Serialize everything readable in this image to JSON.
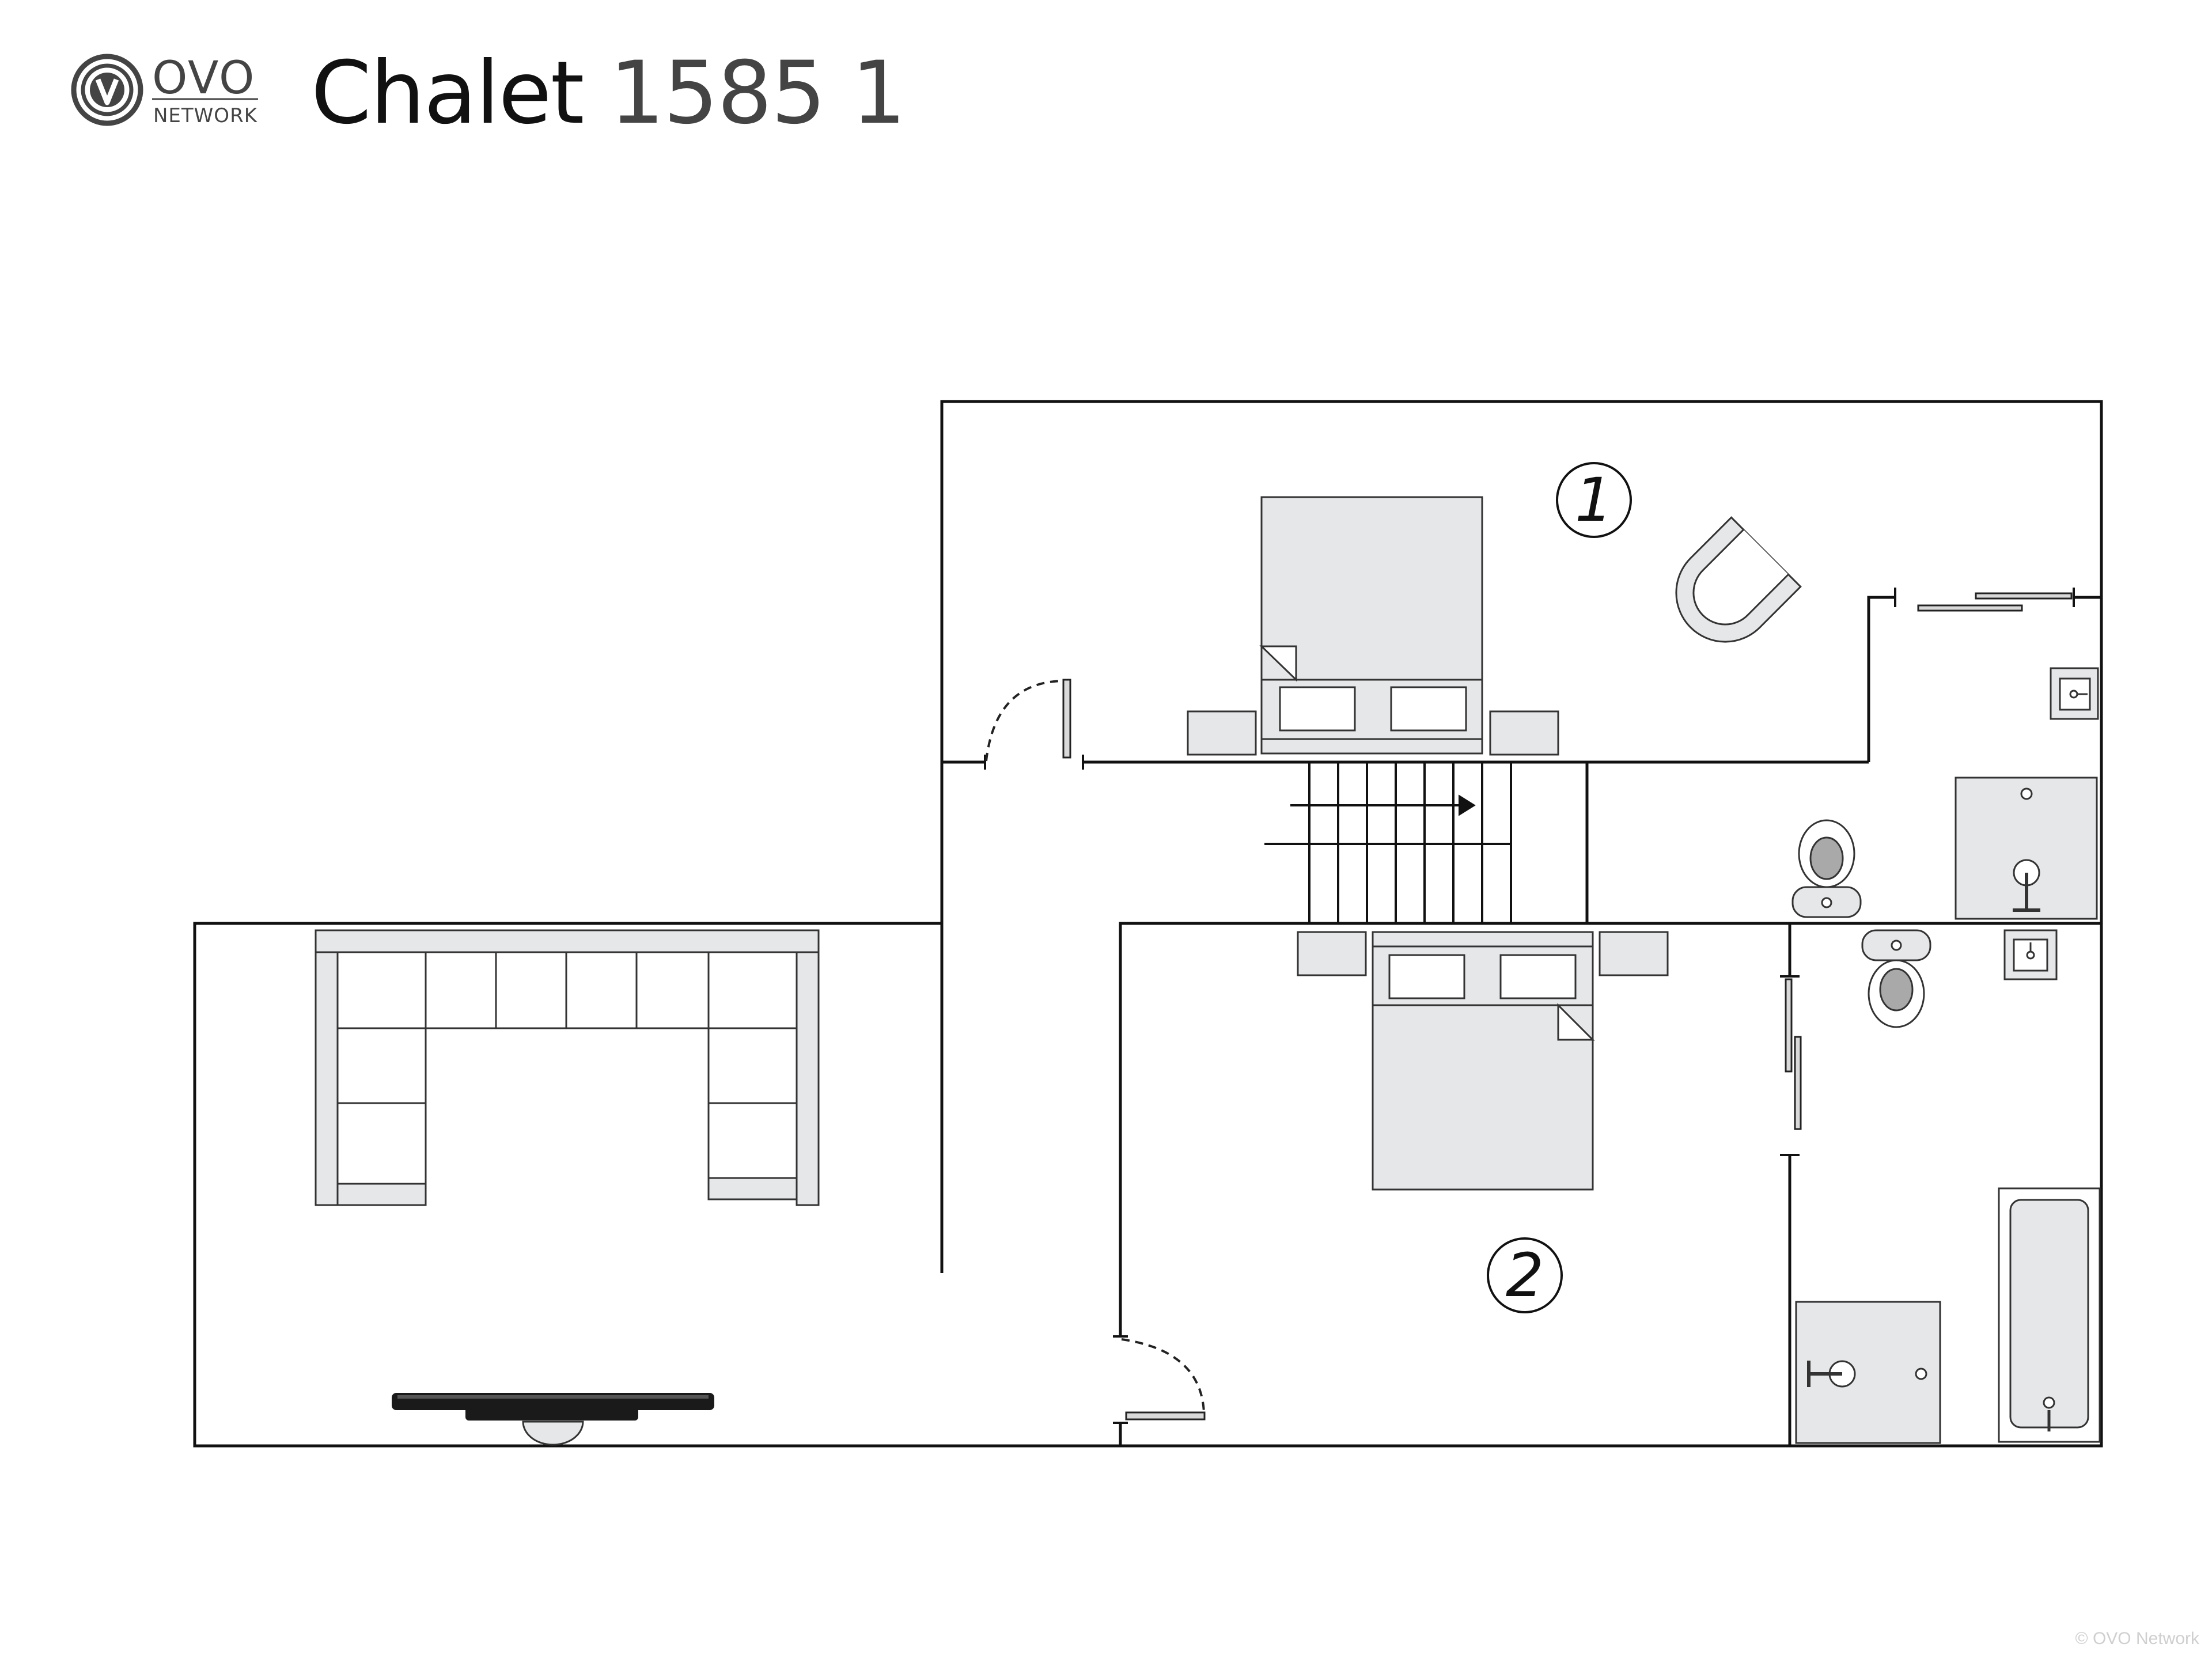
{
  "header": {
    "logo_mark": "ovo-network-logo",
    "logo_top": "OVO",
    "logo_bottom": "NETWORK",
    "title_main": "Chalet",
    "title_number": "1585 1"
  },
  "rooms": [
    {
      "id": "1",
      "label": "1"
    },
    {
      "id": "2",
      "label": "2"
    }
  ],
  "colors": {
    "wall": "#111111",
    "furniture_fill": "#e6e7e8",
    "furniture_stroke": "#333333",
    "tv": "#1a1a1a",
    "text_muted": "#cfcfcf"
  },
  "footer": {
    "copyright": "© OVO Network"
  }
}
